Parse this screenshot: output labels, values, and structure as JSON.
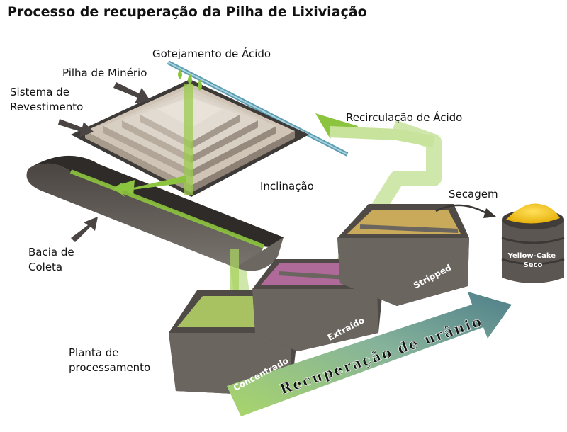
{
  "title": "Processo de recuperação da Pilha de Lixiviação",
  "labels": {
    "acid_drip": "Gotejamento de Ácido",
    "ore_heap": "Pilha de Minério",
    "liner_system": "Sistema de\nRevestimento",
    "acid_recirculation": "Recirculação de Ácido",
    "slope": "Inclinação",
    "drying": "Secagem",
    "collection_basin": "Bacia de\nColeta",
    "processing_plant": "Planta de\nprocessamento"
  },
  "tanks": {
    "concentrate": "Concentrado",
    "extracted": "Extraído",
    "stripped": "Stripped"
  },
  "product": "Yellow-Cake\nSeco",
  "recovery_arrow": "Recuperação de urânio",
  "colors": {
    "acid_green": "#9acb4a",
    "heap": "#cbc0b2",
    "tank_dark": "#5a5550",
    "concentrate": "#a8c262",
    "extracted": "#b06a9a",
    "stripped": "#c9a95a",
    "yellow_cake": "#f2c51c",
    "recovery_arrow": "#6a8f80"
  }
}
